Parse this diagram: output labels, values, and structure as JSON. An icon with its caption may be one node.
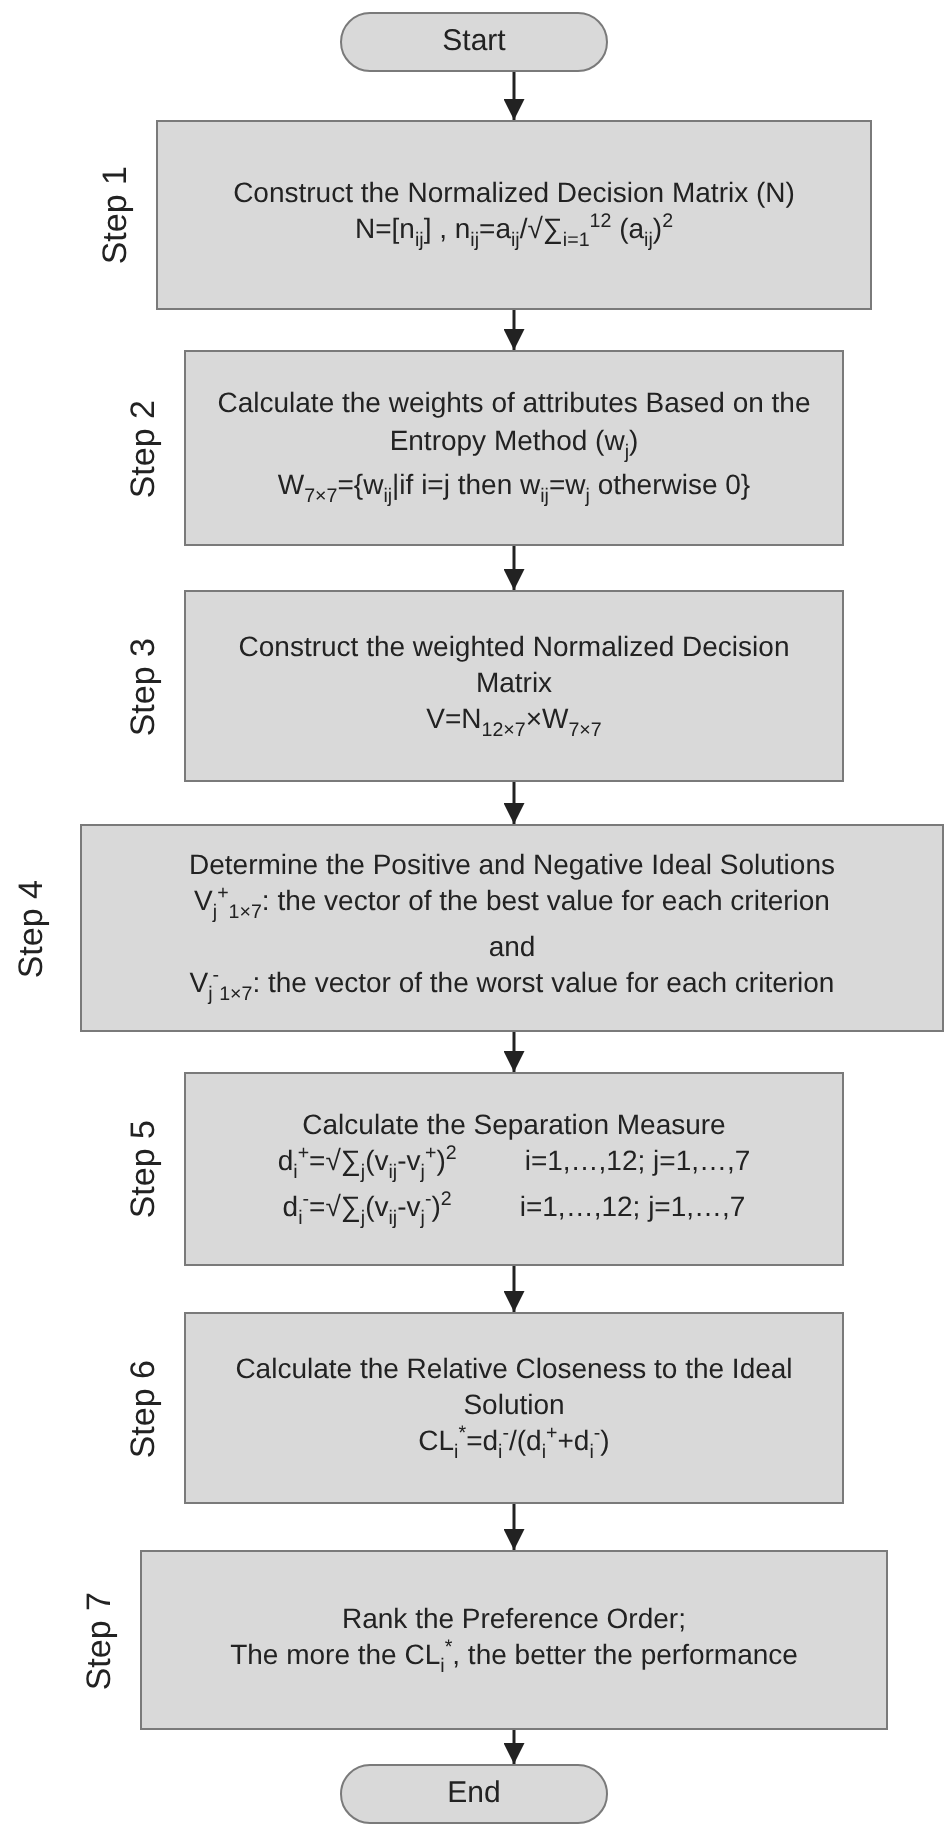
{
  "diagram": {
    "nodes": [
      {
        "text": [
          "Start"
        ]
      },
      {
        "text": [
          "Construct the Normalized Decision Matrix (N)",
          "N=[n$_{ij}$]  ,  n$_{ij}$=a$_{ij}$/√∑$_{i=1}$$^{12}$ (a$_{ij}$)$^{2}$"
        ],
        "beside": [
          "Step 1"
        ]
      },
      {
        "text": [
          "Calculate the weights of attributes Based on the Entropy Method (w$_{j}$)",
          "W$_{7×7}$={w$_{ij}$|if i=j then w$_{ij}$=w$_{j}$ otherwise 0}"
        ],
        "beside": [
          "Step 2"
        ]
      },
      {
        "text": [
          "Construct the weighted Normalized Decision Matrix",
          "V=N$_{12×7}$×W$_{7×7}$"
        ],
        "beside": [
          "Step 3"
        ]
      },
      {
        "text": [
          "Determine the Positive and Negative Ideal Solutions",
          "V$_{j}$$^{+}$$_{1×7}$: the vector of the best value for each criterion",
          "and",
          "V$_{j}$$^{-}$$_{1×7}$: the vector of the worst value for each criterion"
        ],
        "beside": [
          "Step 4"
        ]
      },
      {
        "text": [
          "Calculate the Separation Measure",
          "d$_{i}$$^{+}$=√∑$_{j}$(v$_{ij}$-v$_{j}$$^{+}$)$^{2}$",
          "i=1,…,12; j=1,…,7",
          "d$_{i}$$^{-}$=√∑$_{j}$(v$_{ij}$-v$_{j}$$^{-}$)$^{2}$",
          "i=1,…,12; j=1,…,7"
        ],
        "beside": [
          "Step 5"
        ]
      },
      {
        "text": [
          "Calculate the Relative Closeness to the Ideal Solution",
          "CL$_{i}$$^{*}$=d$_{i}$$^{-}$/(d$_{i}$$^{+}$+d$_{i}$$^{-}$)"
        ],
        "beside": [
          "Step 6"
        ]
      },
      {
        "text": [
          "Rank the Preference Order;",
          "The more the CL$_{i}$$^{*}$, the better the performance"
        ],
        "beside": [
          "Step 7"
        ]
      },
      {
        "text": [
          "End"
        ]
      }
    ],
    "edges": [
      {
        "from": 0,
        "to": 1,
        "arrow": "to"
      },
      {
        "from": 1,
        "to": 2,
        "arrow": "to"
      },
      {
        "from": 2,
        "to": 3,
        "arrow": "to"
      },
      {
        "from": 3,
        "to": 4,
        "arrow": "to"
      },
      {
        "from": 4,
        "to": 5,
        "arrow": "to"
      },
      {
        "from": 5,
        "to": 6,
        "arrow": "to"
      },
      {
        "from": 6,
        "to": 7,
        "arrow": "to"
      },
      {
        "from": 7,
        "to": 8,
        "arrow": "to"
      }
    ]
  }
}
